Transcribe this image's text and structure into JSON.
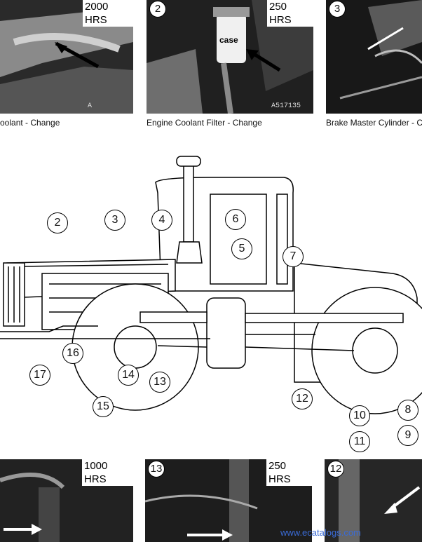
{
  "top_row": [
    {
      "number": "",
      "hours": "2000 HRS",
      "caption": "oolant - Change",
      "stamp": "A"
    },
    {
      "number": "2",
      "hours": "250 HRS",
      "caption": "Engine Coolant Filter - Change",
      "stamp": "A517135",
      "filter_brand": "case"
    },
    {
      "number": "3",
      "hours": "",
      "caption": "Brake Master Cylinder - C",
      "stamp": ""
    }
  ],
  "diagram": {
    "callouts": [
      "2",
      "3",
      "4",
      "6",
      "5",
      "7",
      "17",
      "16",
      "14",
      "13",
      "15",
      "12",
      "10",
      "11",
      "8",
      "9"
    ]
  },
  "bottom_row": [
    {
      "number": "",
      "hours": "1000 HRS"
    },
    {
      "number": "13",
      "hours": "250 HRS"
    },
    {
      "number": "12",
      "hours": ""
    }
  ],
  "watermark": "www.ecatalogs.com"
}
